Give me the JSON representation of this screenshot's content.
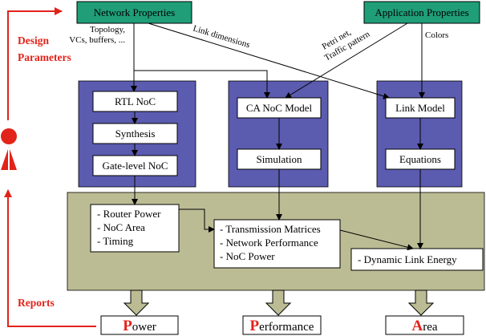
{
  "inputs": {
    "network_properties": "Network Properties",
    "application_properties": "Application Properties"
  },
  "edge_labels": {
    "topology_line1": "Topology,",
    "topology_line2": "VCs, buffers, ...",
    "link_dimensions": "Link dimensions",
    "petri_line1": "Petri net,",
    "petri_line2": "Traffic pattern",
    "colors": "Colors"
  },
  "side_labels": {
    "design_line1": "Design",
    "design_line2": "Parameters",
    "reports": "Reports"
  },
  "columns": {
    "rtl": [
      "RTL NoC",
      "Synthesis",
      "Gate-level NoC"
    ],
    "ca": [
      "CA NoC Model",
      "Simulation"
    ],
    "link": [
      "Link Model",
      "Equations"
    ]
  },
  "results": {
    "left": [
      "- Router Power",
      "- NoC Area",
      "- Timing"
    ],
    "middle": [
      "- Transmission Matrices",
      "- Network Performance",
      "- NoC Power"
    ],
    "right": [
      "- Dynamic Link Energy"
    ]
  },
  "outputs": {
    "power": {
      "initial": "P",
      "rest": "ower"
    },
    "performance": {
      "initial": "P",
      "rest": "erformance"
    },
    "area": {
      "initial": "A",
      "rest": "rea"
    }
  },
  "colors": {
    "input_box": "#1f9e78",
    "column_panel": "#5b5bb0",
    "results_panel": "#bcbc94",
    "accent_red": "#e2231a"
  }
}
